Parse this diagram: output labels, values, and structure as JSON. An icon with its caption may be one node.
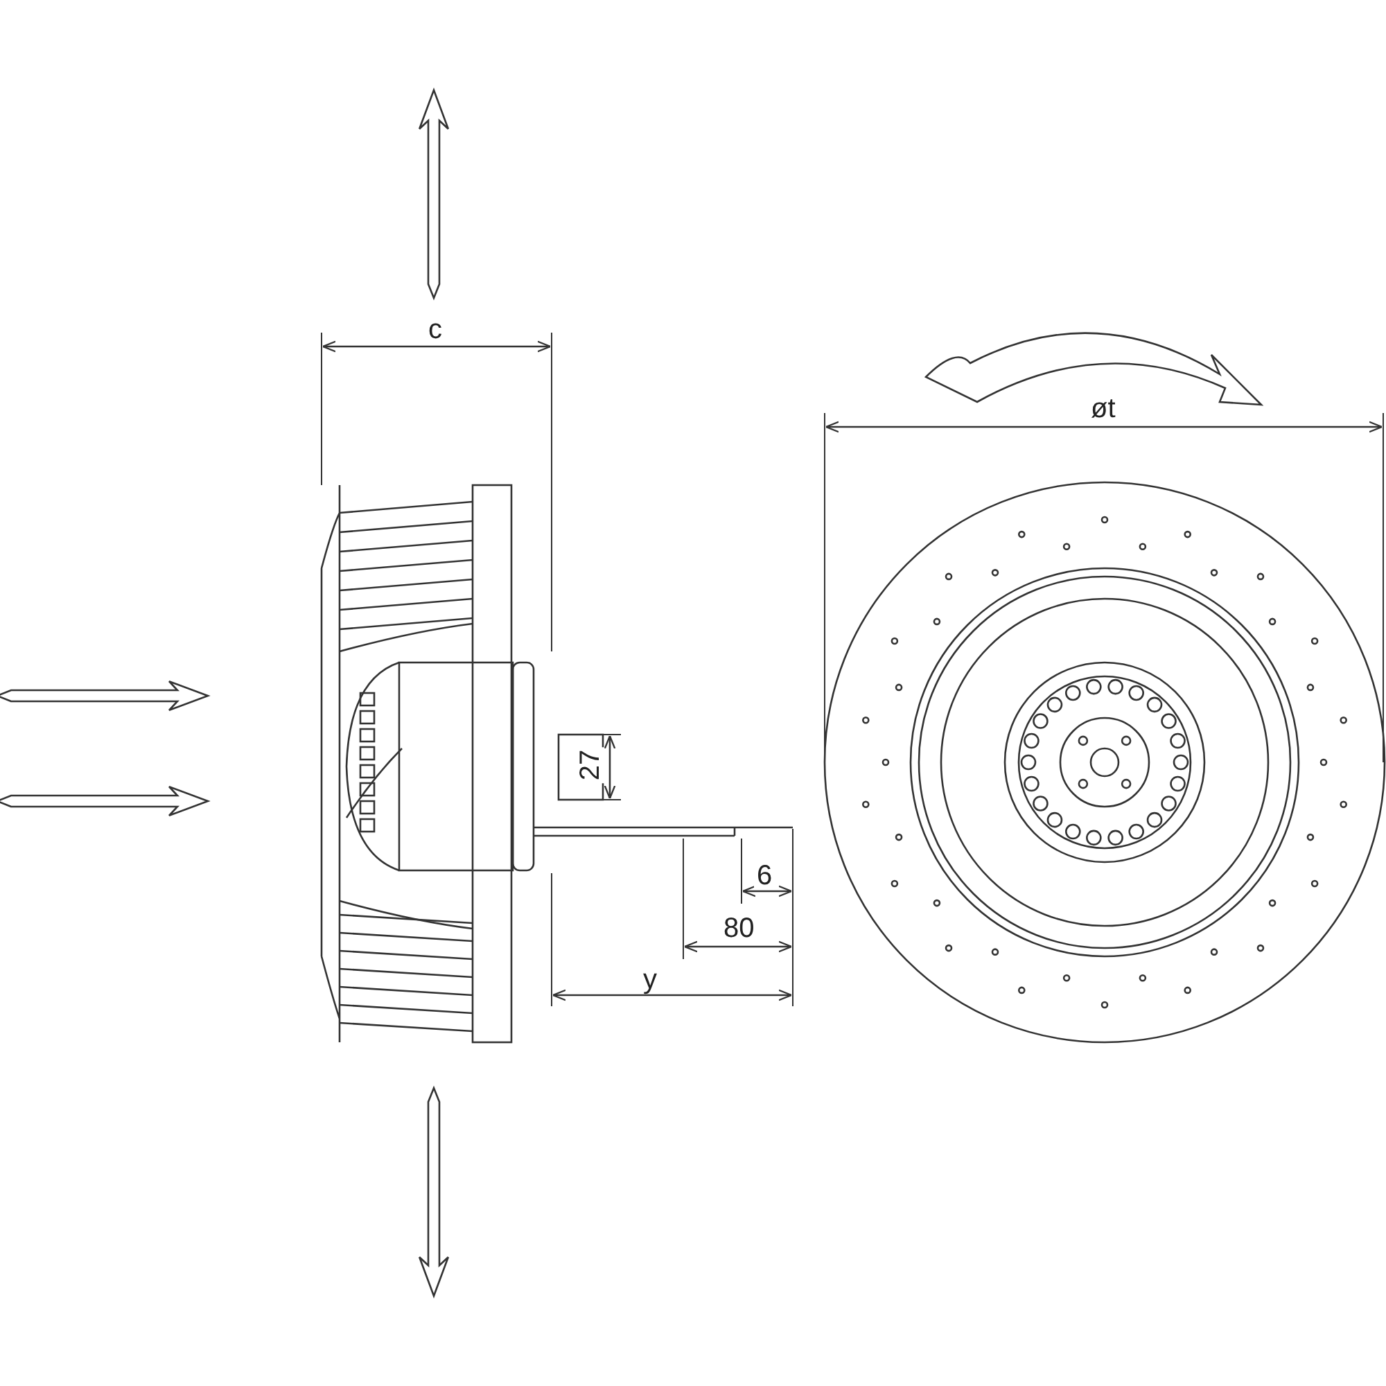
{
  "diagram": {
    "labels": [
      "c",
      "øt",
      "27",
      "6",
      "80",
      "y"
    ]
  }
}
